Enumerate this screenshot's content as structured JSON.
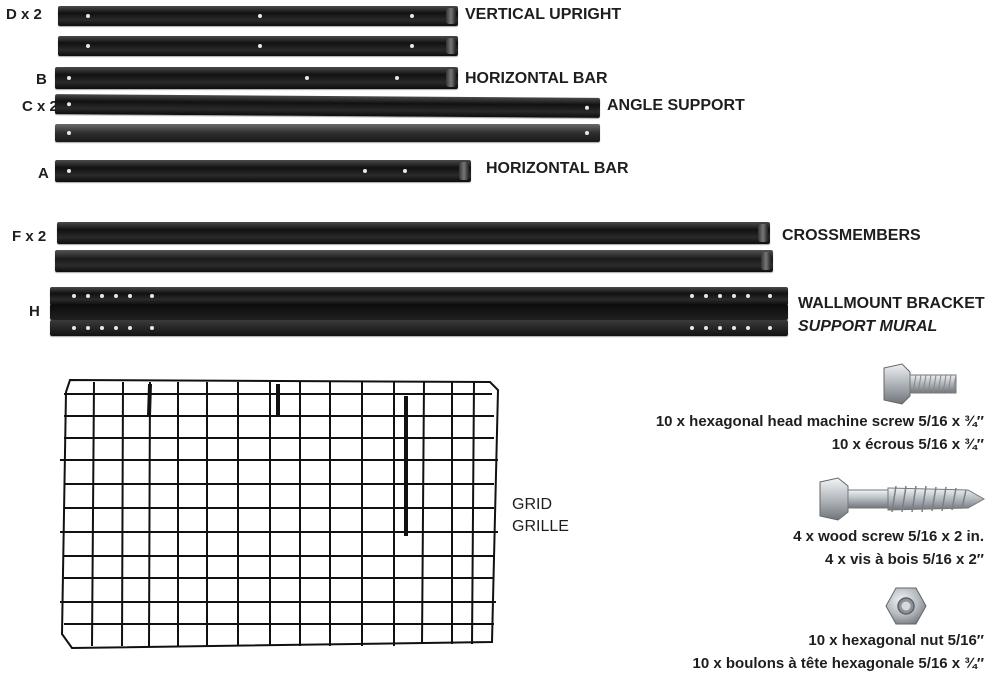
{
  "parts": {
    "d": {
      "code": "D x 2",
      "label": "VERTICAL UPRIGHT"
    },
    "b": {
      "code": "B",
      "label": "HORIZONTAL BAR"
    },
    "c": {
      "code": "C x 2",
      "label": "ANGLE SUPPORT"
    },
    "a": {
      "code": "A",
      "label": "HORIZONTAL BAR"
    },
    "f": {
      "code": "F x 2",
      "label": "CROSSMEMBERS"
    },
    "h": {
      "code": "H",
      "label": "WALLMOUNT BRACKET",
      "label_fr": "SUPPORT MURAL"
    },
    "grid": {
      "label": "GRID",
      "label_fr": "GRILLE"
    }
  },
  "hardware": {
    "machine_screw": {
      "line1": "10 x hexagonal head machine screw 5/16 x ¾″",
      "line2": "10 x écrous 5/16 x ¾″"
    },
    "wood_screw": {
      "line1": "4 x wood screw 5/16 x 2 in.",
      "line2": "4 x vis à bois 5/16 x 2″"
    },
    "nut": {
      "line1": "10 x hexagonal nut 5/16″",
      "line2": "10 x boulons à tête hexagonale 5/16 x ¾″"
    }
  },
  "colors": {
    "steel_dark": "#161616",
    "zinc": "#c9ccd0",
    "grid_wire": "#111111"
  }
}
